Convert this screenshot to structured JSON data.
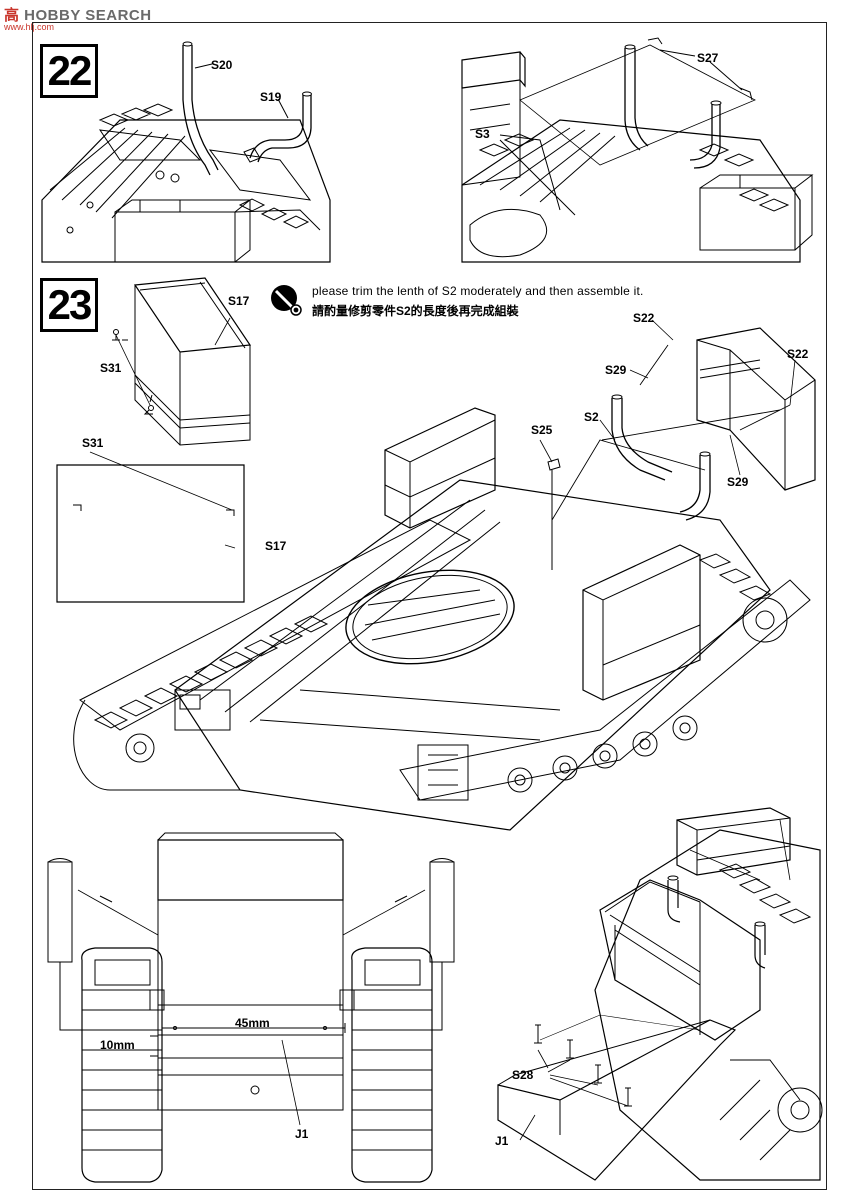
{
  "watermark": {
    "part1": "高 ",
    "part2": "HOBBY SEARCH",
    "url": "www.hlj.com"
  },
  "steps": [
    {
      "number": "22"
    },
    {
      "number": "23"
    }
  ],
  "note": {
    "text_en": "please trim the lenth of S2 moderately and then assemble it.",
    "text_zh": "請酌量修剪零件S2的長度後再完成組裝"
  },
  "labels": {
    "s20": "S20",
    "s19": "S19",
    "s27": "S27",
    "s3": "S3",
    "s17_top": "S17",
    "s31_top": "S31",
    "s31_mid": "S31",
    "s17_mid": "S17",
    "s22_top": "S22",
    "s22_right": "S22",
    "s29_left": "S29",
    "s29_right": "S29",
    "s25": "S25",
    "s2": "S2",
    "dim_45": "45mm",
    "dim_10": "10mm",
    "j1_rear": "J1",
    "s28": "S28",
    "j1_side": "J1"
  },
  "colors": {
    "ink": "#000000",
    "paper": "#ffffff",
    "watermark_red": "#c9352b",
    "watermark_grey": "#6a6a6a"
  }
}
